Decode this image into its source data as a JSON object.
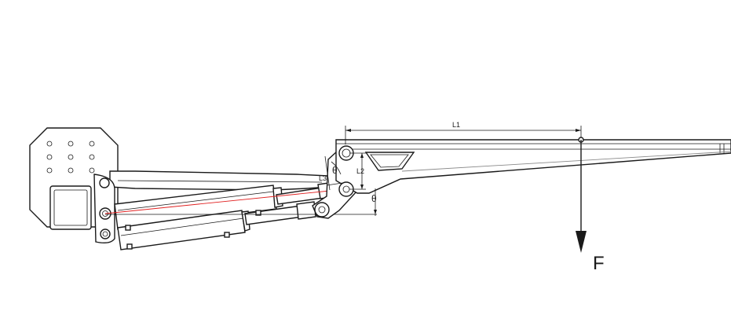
{
  "diagram": {
    "labels": {
      "l1": "L1",
      "l2": "L2",
      "l3": "L3",
      "theta_upper": "θ",
      "theta_lower": "θ",
      "force": "F"
    },
    "colors": {
      "line": "#1a1a1a",
      "reference_line": "#e02020",
      "secondary_line": "#8a8a8a",
      "background": "#ffffff"
    }
  }
}
